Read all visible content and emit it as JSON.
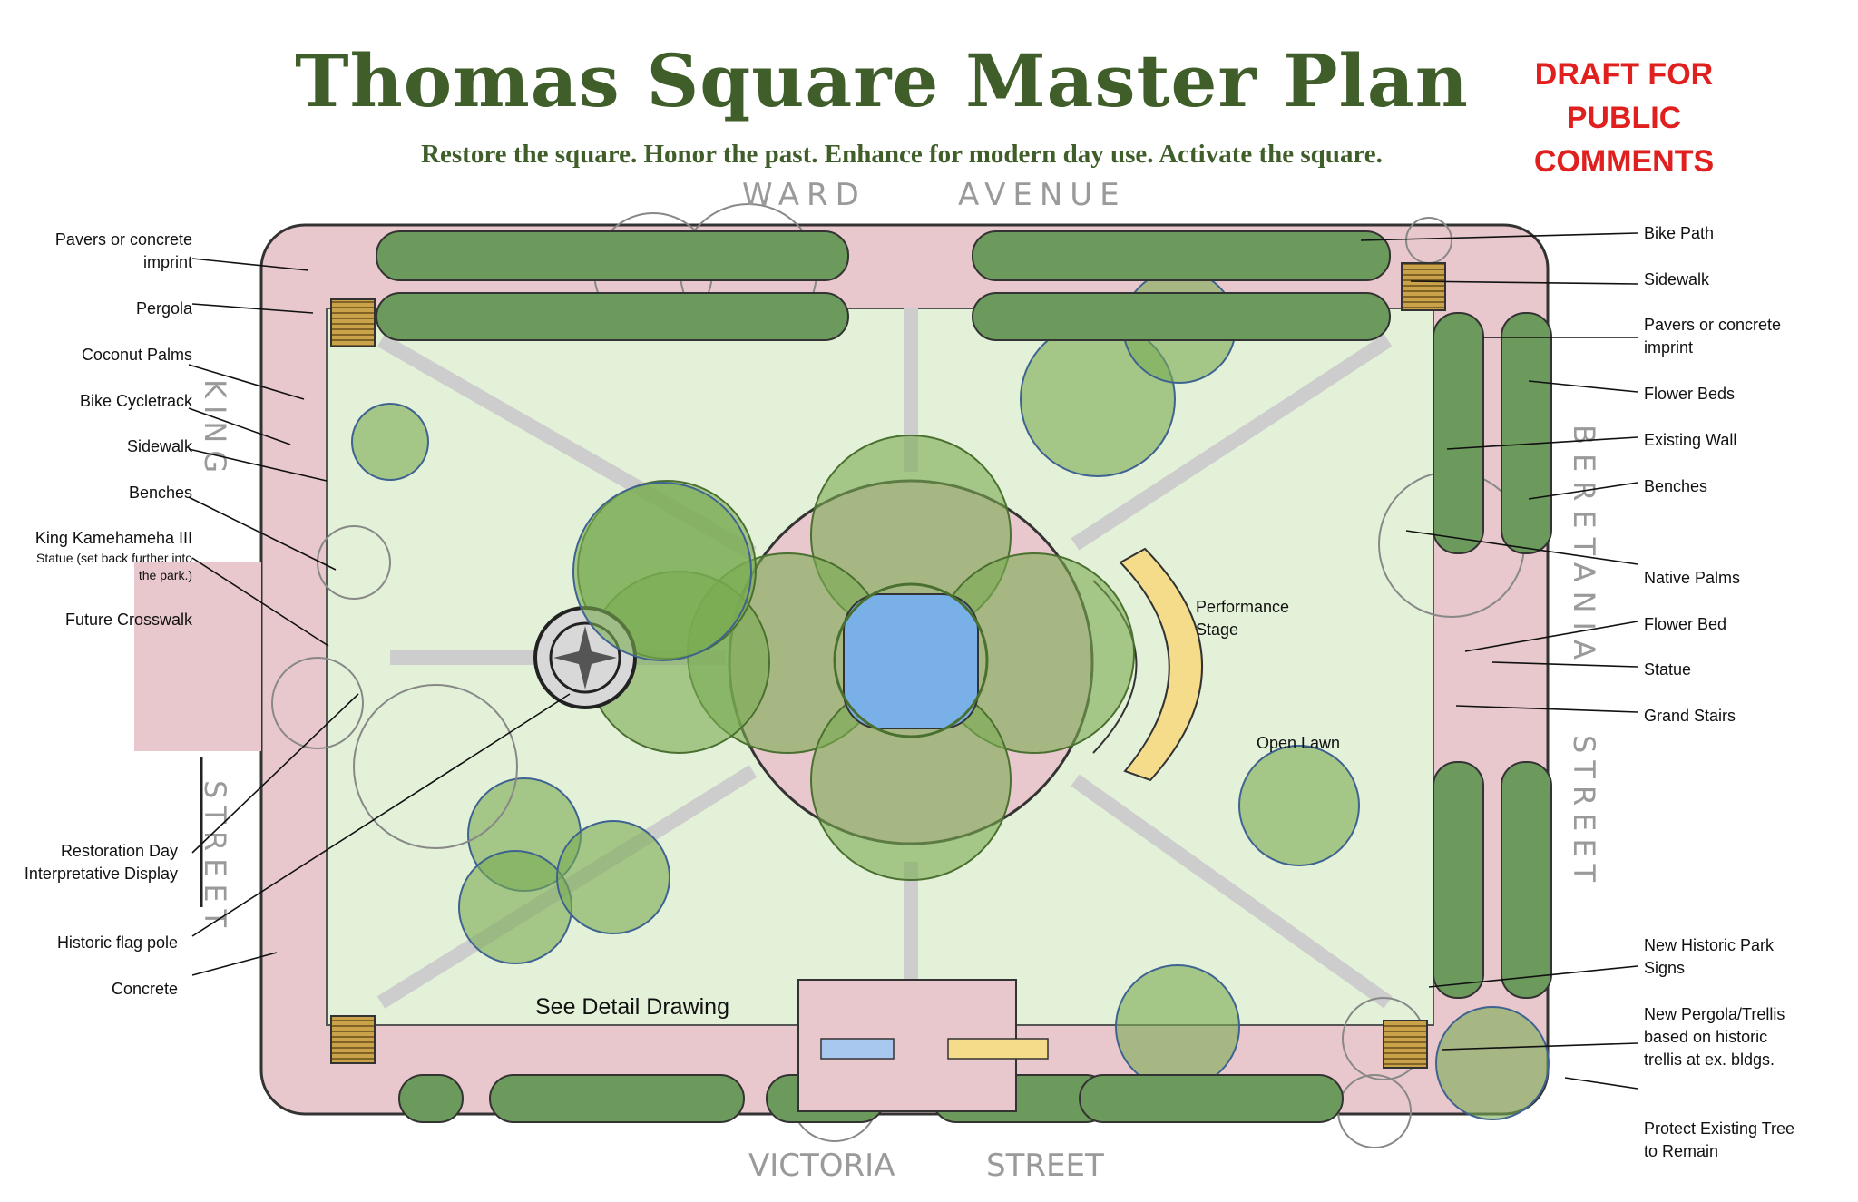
{
  "header": {
    "title": "Thomas Square Master Plan",
    "subtitle": "Restore the square. Honor the past. Enhance for modern day use. Activate the square.",
    "draft_line1": "DRAFT FOR",
    "draft_line2": "PUBLIC COMMENTS"
  },
  "streets": {
    "ward": "WARD",
    "avenue": "AVENUE",
    "king": "KING",
    "king_street": "STREET",
    "beretania": "BERETANIA",
    "beretania_street": "STREET",
    "victoria": "VICTORIA",
    "victoria_street": "STREET"
  },
  "left_labels": {
    "pavers": "Pavers or concrete imprint",
    "pergola": "Pergola",
    "coconut": "Coconut Palms",
    "cycletrack": "Bike Cycletrack",
    "sidewalk": "Sidewalk",
    "benches": "Benches",
    "king_statue": "King Kamehameha III",
    "king_statue_note": "Statue (set back further into the park.)",
    "crosswalk": "Future Crosswalk",
    "restoration": "Restoration Day Interpretative Display",
    "flagpole": "Historic flag pole",
    "concrete": "Concrete"
  },
  "right_labels": {
    "bike_path": "Bike Path",
    "sidewalk": "Sidewalk",
    "pavers": "Pavers or concrete imprint",
    "flower_beds": "Flower Beds",
    "existing_wall": "Existing Wall",
    "benches": "Benches",
    "native_palms": "Native Palms",
    "flower_bed": "Flower Bed",
    "statue": "Statue",
    "grand_stairs": "Grand Stairs",
    "park_signs": "New Historic Park Signs",
    "pergola": "New Pergola/Trellis based on historic trellis at ex. bldgs.",
    "protect_tree": "Protect Existing Tree to Remain"
  },
  "plan_labels": {
    "performance_stage": "Performance Stage",
    "open_lawn": "Open Lawn",
    "see_detail": "See Detail Drawing"
  },
  "colors": {
    "title_green": "#3f5e2a",
    "draft_red": "#e0201e",
    "lawn": "#e3f1d8",
    "paving_pink": "#e8c8cc",
    "tree_green": "#7aab52",
    "fountain_blue": "#7ab0e8",
    "stage_yellow": "#f5dc8a"
  }
}
